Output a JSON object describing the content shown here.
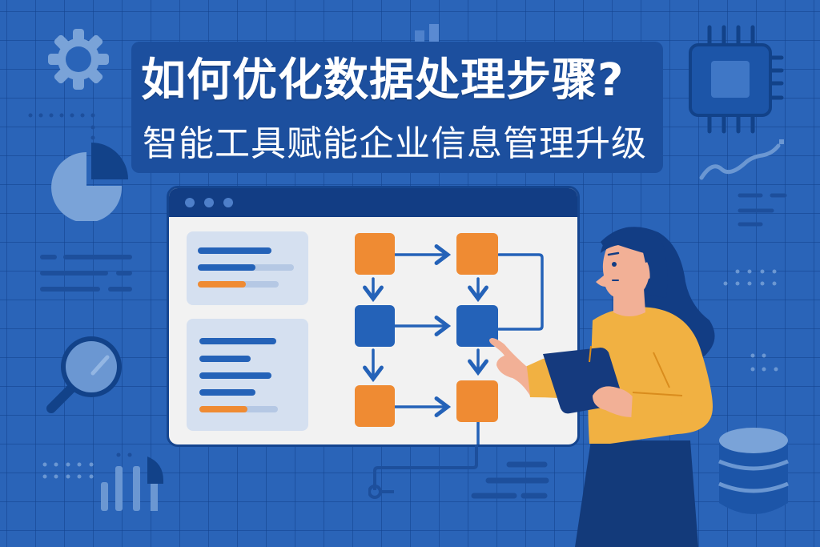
{
  "header": {
    "title": "如何优化数据处理步骤?",
    "subtitle": "智能工具赋能企业信息管理升级"
  },
  "window": {
    "controls": [
      "dot-1",
      "dot-2",
      "dot-3"
    ],
    "flowchart": {
      "nodes": [
        {
          "id": "n1",
          "color": "#ef8b33",
          "row": 1,
          "col": 1
        },
        {
          "id": "n2",
          "color": "#ef8b33",
          "row": 1,
          "col": 2
        },
        {
          "id": "n3",
          "color": "#2462b8",
          "row": 2,
          "col": 1
        },
        {
          "id": "n4",
          "color": "#2462b8",
          "row": 2,
          "col": 2
        },
        {
          "id": "n5",
          "color": "#ef8b33",
          "row": 3,
          "col": 1
        },
        {
          "id": "n6",
          "color": "#ef8b33",
          "row": 3,
          "col": 2
        }
      ]
    }
  },
  "icons": [
    "gear-icon",
    "pie-chart-icon",
    "chip-icon",
    "line-chart-icon",
    "magnifier-icon",
    "bar-chart-icon",
    "database-icon",
    "person-illustration",
    "tablet-icon"
  ],
  "colors": {
    "background": "#2a64b8",
    "panel": "#1c4f9e",
    "accent_orange": "#ef8b33",
    "accent_blue": "#2462b8",
    "navy": "#123d84",
    "sweater": "#f1b142"
  }
}
